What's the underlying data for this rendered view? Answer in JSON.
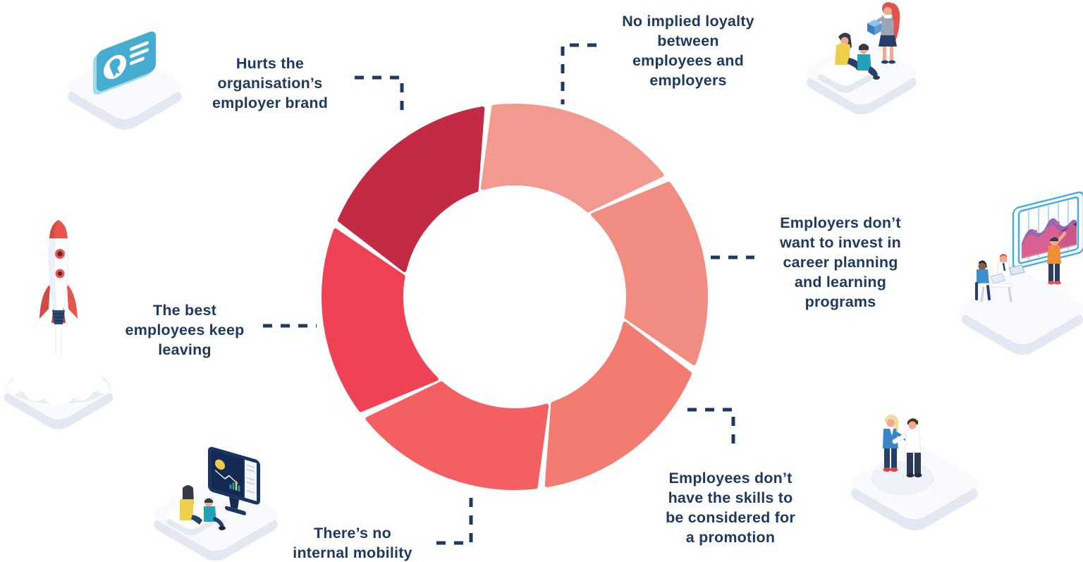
{
  "colors": {
    "background": "#ffffff",
    "text_navy": "#1F3A60",
    "connector": "#1F3A60"
  },
  "cycle": {
    "type": "cycle-donut",
    "segments": [
      {
        "id": "no-implied-loyalty",
        "color": "#F29A90",
        "start_deg": -6.3,
        "end_deg": 50.3
      },
      {
        "id": "employers-dont-invest",
        "color": "#F08D80",
        "start_deg": 53.7,
        "end_deg": 110.3
      },
      {
        "id": "employees-lack-skills",
        "color": "#F27B72",
        "start_deg": 113.7,
        "end_deg": 170.3
      },
      {
        "id": "no-internal-mobility",
        "color": "#F45F62",
        "start_deg": 173.7,
        "end_deg": 230.3
      },
      {
        "id": "best-employees-leave",
        "color": "#EF4254",
        "start_deg": 233.7,
        "end_deg": 290.3
      },
      {
        "id": "hurts-employer-brand",
        "color": "#C32B44",
        "start_deg": 293.7,
        "end_deg": 350.3
      }
    ]
  },
  "labels": {
    "brand": {
      "lines": [
        "Hurts the",
        "organisation’s",
        "employer brand"
      ]
    },
    "loyalty": {
      "lines": [
        "No implied loyalty",
        "between",
        "employees and",
        "employers"
      ]
    },
    "invest": {
      "lines": [
        "Employers don’t",
        "want to invest in",
        "career planning",
        "and learning",
        "programs"
      ]
    },
    "skills": {
      "lines": [
        "Employees don’t",
        "have the skills to",
        "be considered for",
        "a promotion"
      ]
    },
    "mobility": {
      "lines": [
        "There’s no",
        "internal mobility"
      ]
    },
    "leaving": {
      "lines": [
        "The best",
        "employees keep",
        "leaving"
      ]
    }
  },
  "illustrations": [
    {
      "id": "certificate-badge",
      "alt": "teal ID card with rosette on white platform"
    },
    {
      "id": "team-onboarding",
      "alt": "standing woman with box and two seated people"
    },
    {
      "id": "analytics-presentation",
      "alt": "people at desks viewing a large chart panel"
    },
    {
      "id": "handshake",
      "alt": "two people shaking hands on a platform"
    },
    {
      "id": "dashboard-review",
      "alt": "two people viewing a dashboard monitor"
    },
    {
      "id": "rocket-launch",
      "alt": "rocket launching from a white platform"
    }
  ]
}
